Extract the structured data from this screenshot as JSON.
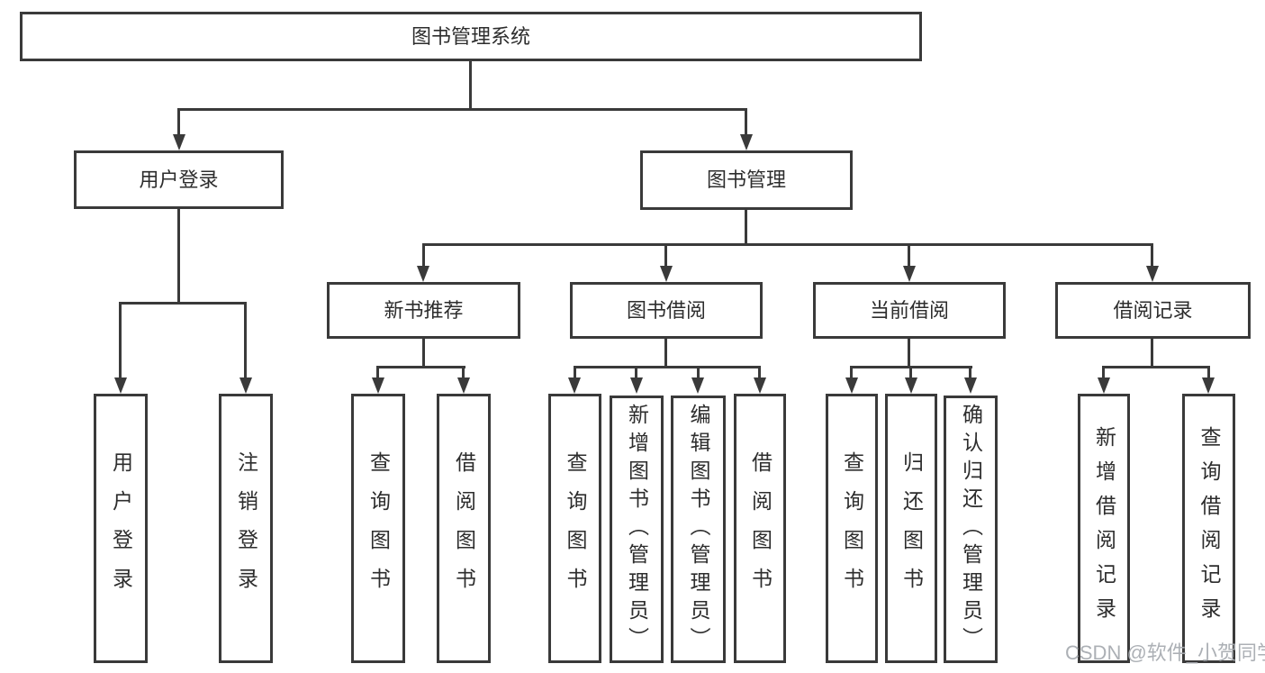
{
  "colors": {
    "line": "#3a3a3a",
    "text": "#2d2d2d",
    "background": "#ffffff",
    "watermark": "#a8acb1"
  },
  "tree": {
    "root": {
      "label": "图书管理系统",
      "children": [
        {
          "label": "用户登录",
          "children": [
            {
              "label": "用户登录"
            },
            {
              "label": "注销登录"
            }
          ]
        },
        {
          "label": "图书管理",
          "children": [
            {
              "label": "新书推荐",
              "children": [
                {
                  "label": "查询图书"
                },
                {
                  "label": "借阅图书"
                }
              ]
            },
            {
              "label": "图书借阅",
              "children": [
                {
                  "label": "查询图书"
                },
                {
                  "label": "新增图书（管理员）"
                },
                {
                  "label": "编辑图书（管理员）"
                },
                {
                  "label": "借阅图书"
                }
              ]
            },
            {
              "label": "当前借阅",
              "children": [
                {
                  "label": "查询图书"
                },
                {
                  "label": "归还图书"
                },
                {
                  "label": "确认归还（管理员）"
                }
              ]
            },
            {
              "label": "借阅记录",
              "children": [
                {
                  "label": "新增借阅记录"
                },
                {
                  "label": "查询借阅记录"
                }
              ]
            }
          ]
        }
      ]
    }
  },
  "watermark": {
    "text": "CSDN @软件_小贺同学"
  }
}
